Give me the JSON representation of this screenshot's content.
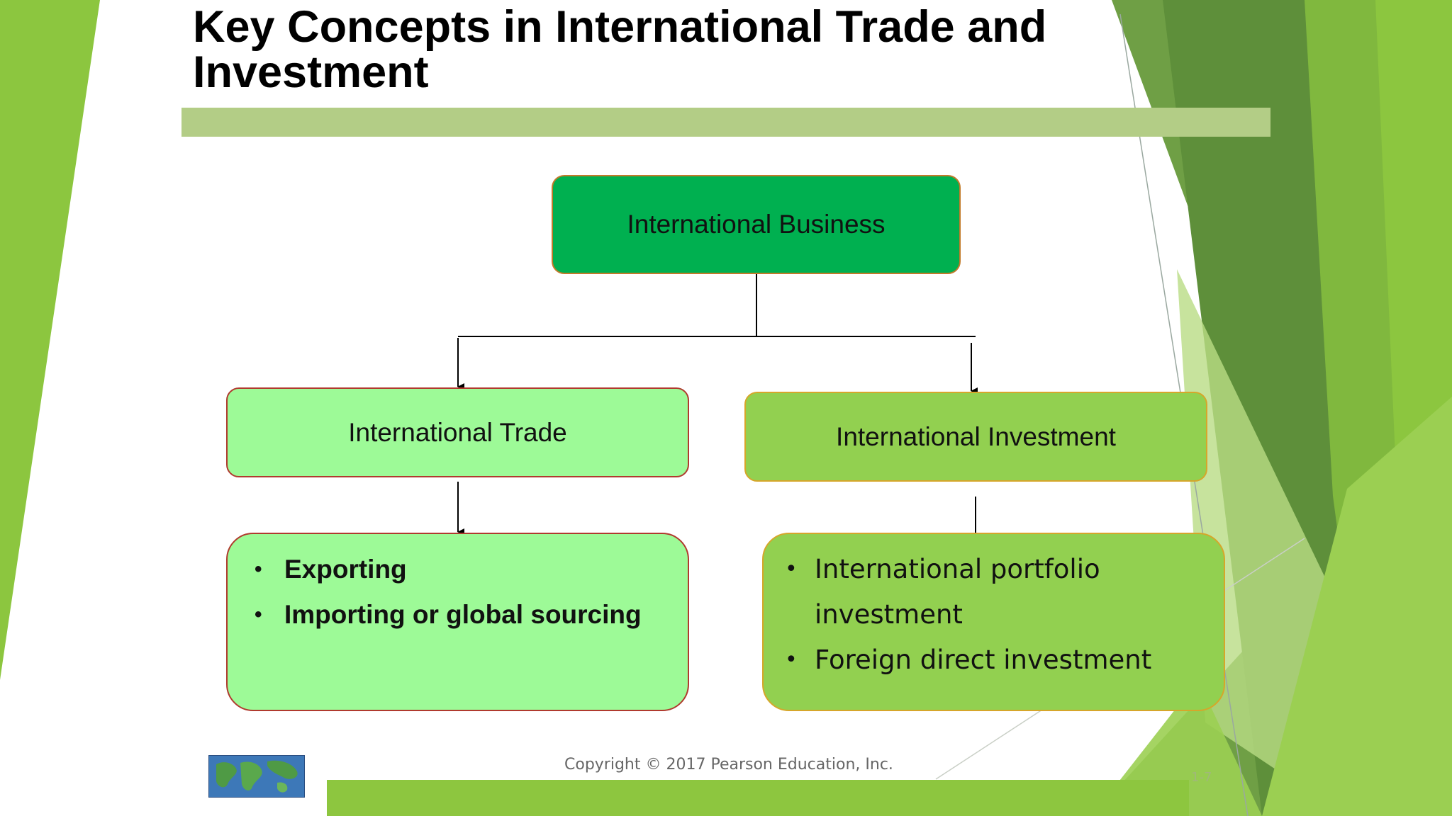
{
  "slide": {
    "title": "Key Concepts in International Trade and Investment",
    "copyright": "Copyright © 2017 Pearson Education, Inc.",
    "page_number": "1-7"
  },
  "diagram": {
    "root": "International Business",
    "left": {
      "label": "International Trade",
      "items": [
        "Exporting",
        "Importing or global sourcing"
      ]
    },
    "right": {
      "label": "International Investment",
      "items": [
        "International portfolio investment",
        "Foreign direct investment"
      ]
    }
  },
  "colors": {
    "accent_green": "#8dc63f",
    "root_box": "#00b050",
    "trade_box": "#9dfa97",
    "investment_box": "#92d050",
    "title_bar": "#b3cd86"
  }
}
